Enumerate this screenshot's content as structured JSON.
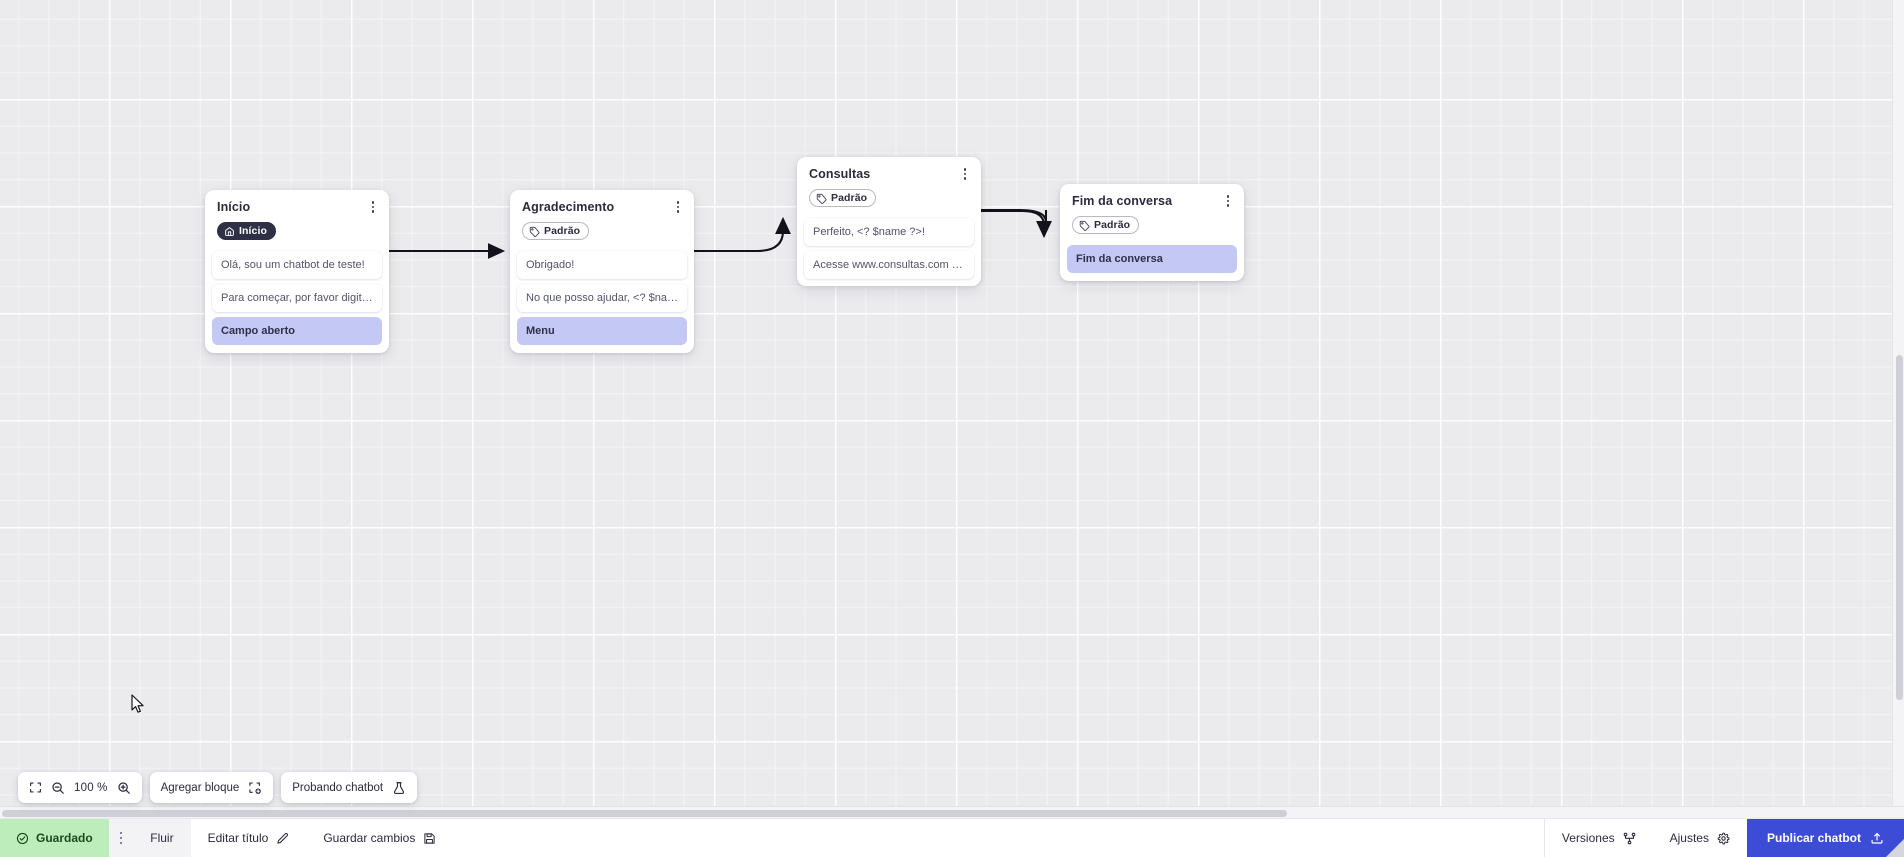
{
  "canvas": {
    "zoom_label": "100 %",
    "nodes": [
      {
        "id": "inicio",
        "title": "Início",
        "badge": {
          "label": "Início",
          "icon": "home-icon",
          "style": "dark"
        },
        "messages": [
          "Olá, sou um chatbot de teste!",
          "Para começar, por favor digite o ..."
        ],
        "action": "Campo aberto"
      },
      {
        "id": "agradecimento",
        "title": "Agradecimento",
        "badge": {
          "label": "Padrão",
          "icon": "tag-icon",
          "style": "light"
        },
        "messages": [
          "Obrigado!",
          "No que posso ajudar, <? $name ..."
        ],
        "action": "Menu"
      },
      {
        "id": "consultas",
        "title": "Consultas",
        "badge": {
          "label": "Padrão",
          "icon": "tag-icon",
          "style": "light"
        },
        "messages": [
          "Perfeito, <? $name ?>!",
          "Acesse www.consultas.com par..."
        ],
        "action": null
      },
      {
        "id": "fim",
        "title": "Fim da conversa",
        "badge": {
          "label": "Padrão",
          "icon": "tag-icon",
          "style": "light"
        },
        "messages": [],
        "action": "Fim da conversa"
      }
    ]
  },
  "toolbar": {
    "fit_icon": "fit-screen-icon",
    "zoom_out_icon": "zoom-out-icon",
    "zoom_in_icon": "zoom-in-icon",
    "zoom_value": "100 %",
    "add_block_label": "Agregar bloque",
    "add_block_icon": "add-block-icon",
    "test_chatbot_label": "Probando chatbot",
    "test_chatbot_icon": "flask-icon"
  },
  "bottombar": {
    "saved_label": "Guardado",
    "saved_icon": "check-circle-icon",
    "saved_color": "#bdedba",
    "flow_label": "Fluir",
    "edit_title_label": "Editar título",
    "edit_title_icon": "pencil-icon",
    "save_changes_label": "Guardar cambios",
    "save_changes_icon": "save-icon",
    "versions_label": "Versiones",
    "versions_icon": "branch-icon",
    "settings_label": "Ajustes",
    "settings_icon": "gear-icon",
    "publish_label": "Publicar chatbot",
    "publish_icon": "upload-icon",
    "publish_color": "#3d4cd6"
  }
}
